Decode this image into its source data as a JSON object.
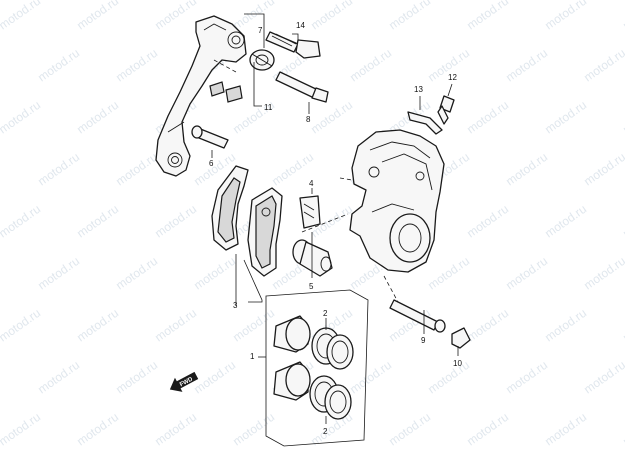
{
  "watermark": "motod.ru",
  "callouts": {
    "c1": "1",
    "c2a": "2",
    "c2b": "2",
    "c3": "3",
    "c4": "4",
    "c5": "5",
    "c6": "6",
    "c7": "7",
    "c8": "8",
    "c9": "9",
    "c10": "10",
    "c11": "11",
    "c12": "12",
    "c13": "13",
    "c14": "14"
  },
  "fwd_label": "FWD"
}
